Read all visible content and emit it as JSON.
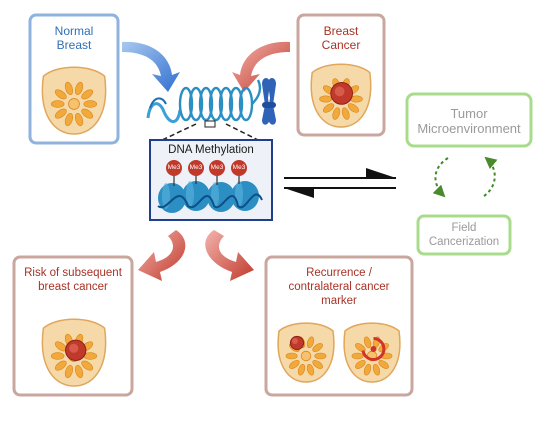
{
  "panels": {
    "normal": {
      "title": "Normal\nBreast",
      "color": "#2f6fb8"
    },
    "cancer": {
      "title": "Breast\nCancer",
      "color": "#a93226"
    },
    "risk": {
      "title": "Risk of  subsequent\nbreast cancer",
      "color": "#a93226"
    },
    "recurrence": {
      "title": "Recurrence /\ncontralateral cancer\nmarker",
      "color": "#a93226"
    }
  },
  "methylation": {
    "title": "DNA Methylation",
    "marks": [
      "Me3",
      "Me3",
      "Me3",
      "Me3"
    ]
  },
  "right_side": {
    "tumor_title": "Tumor\nMicroenvironment",
    "field_title": "Field\nCancerization",
    "color": "#9acd7e"
  },
  "colors": {
    "blue_panel_border": "#8fb3de",
    "red_panel_border": "#c9a79f",
    "green_border": "#a8dc8c",
    "blue_arrow": "#3f7fd3",
    "red_arrow": "#d9534f",
    "nucleosome": "#2b8fc4",
    "methyl": "#c0392b",
    "breast_skin": "#f6d9a8",
    "breast_outline": "#e0a65a",
    "lobule": "#f2a93b",
    "tumor": "#c0392b"
  }
}
